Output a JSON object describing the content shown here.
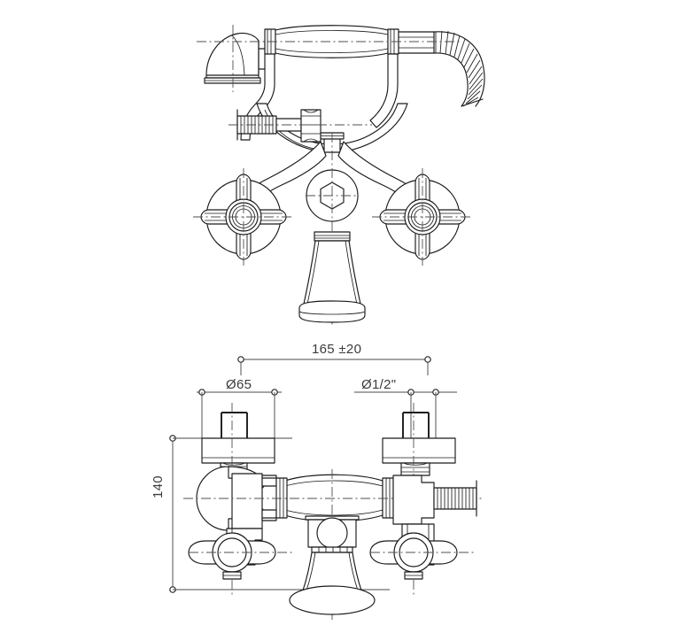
{
  "drawing": {
    "title": "Bath shower mixer tap technical drawing",
    "background_color": "#ffffff",
    "line_color": "#1a1a1a",
    "dimension_color": "#3b3b3b",
    "centerline_color": "#555555",
    "views": [
      {
        "name": "front-elevation-view",
        "position": "top"
      },
      {
        "name": "plan-view",
        "position": "bottom"
      }
    ]
  },
  "dimensions": {
    "center_distance": "165 ±20",
    "flange_diameter": "Ø65",
    "inlet_thread": "Ø1/2\"",
    "height": "140"
  },
  "components": {
    "shower_handset": "shower-handset",
    "flexible_hose": "flexible-hose",
    "handset_cradle": "handset-cradle",
    "diverter": "diverter-knob",
    "left_cross_handle": "cross-handle-left",
    "right_cross_handle": "cross-handle-right",
    "spout": "bath-spout",
    "left_wall_flange": "wall-flange-left",
    "right_wall_flange": "wall-flange-right",
    "inlet_nipple": "threaded-inlet-nipple"
  }
}
